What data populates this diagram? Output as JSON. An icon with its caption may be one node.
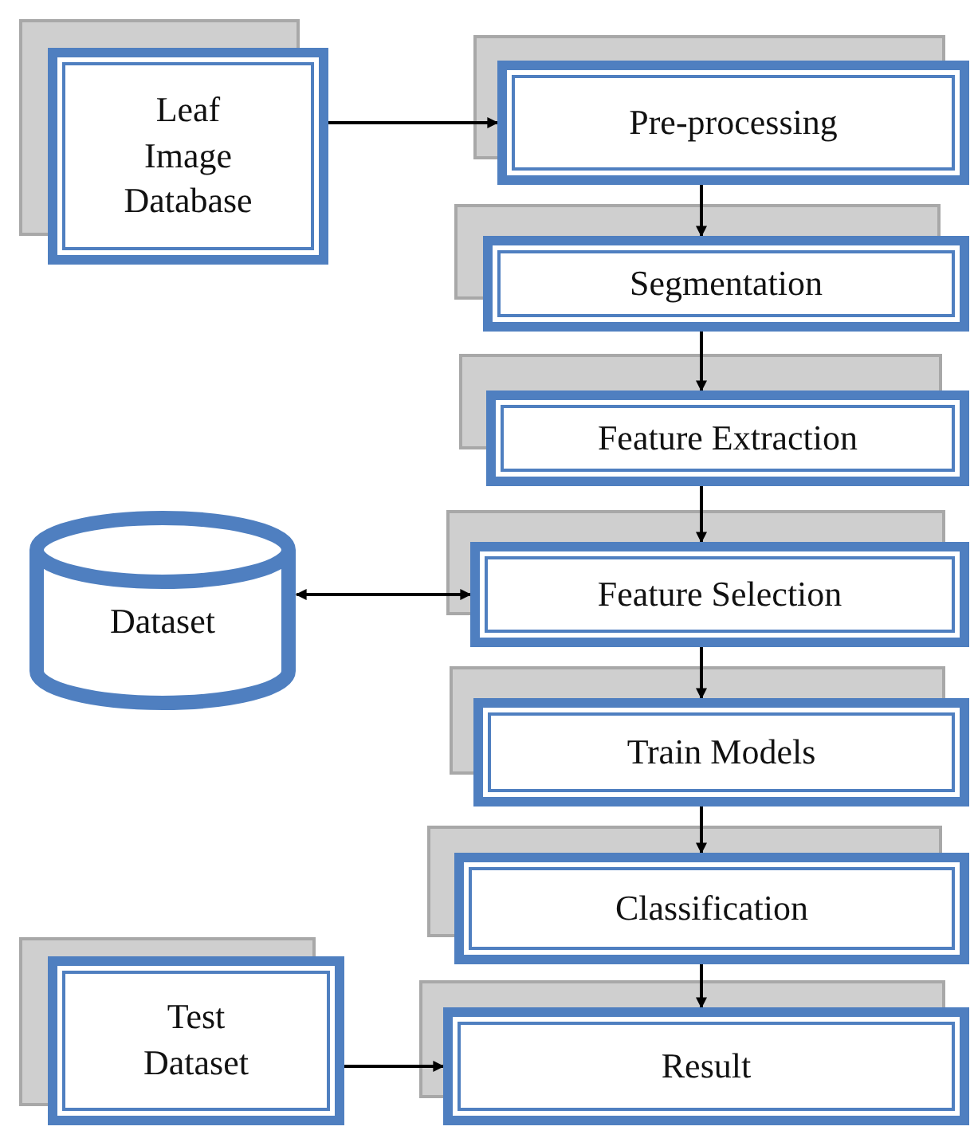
{
  "diagram": {
    "nodes": [
      {
        "text": [
          "Leaf Image Database"
        ]
      },
      {
        "text": [
          "Pre-processing"
        ]
      },
      {
        "text": [
          "Segmentation"
        ]
      },
      {
        "text": [
          "Feature Extraction"
        ]
      },
      {
        "text": [
          "Dataset"
        ]
      },
      {
        "text": [
          "Feature Selection"
        ]
      },
      {
        "text": [
          "Train Models"
        ]
      },
      {
        "text": [
          "Classification"
        ]
      },
      {
        "text": [
          "Test Dataset"
        ]
      },
      {
        "text": [
          "Result"
        ]
      }
    ],
    "edges": [
      {
        "from": 0,
        "to": 1,
        "arrow": "to"
      },
      {
        "from": 1,
        "to": 2,
        "arrow": "to"
      },
      {
        "from": 2,
        "to": 3,
        "arrow": "to"
      },
      {
        "from": 3,
        "to": 5,
        "arrow": "to"
      },
      {
        "from": 4,
        "to": 5,
        "arrow": "both"
      },
      {
        "from": 5,
        "to": 6,
        "arrow": "to"
      },
      {
        "from": 6,
        "to": 7,
        "arrow": "to"
      },
      {
        "from": 7,
        "to": 9,
        "arrow": "to"
      },
      {
        "from": 8,
        "to": 9,
        "arrow": "to"
      }
    ]
  }
}
